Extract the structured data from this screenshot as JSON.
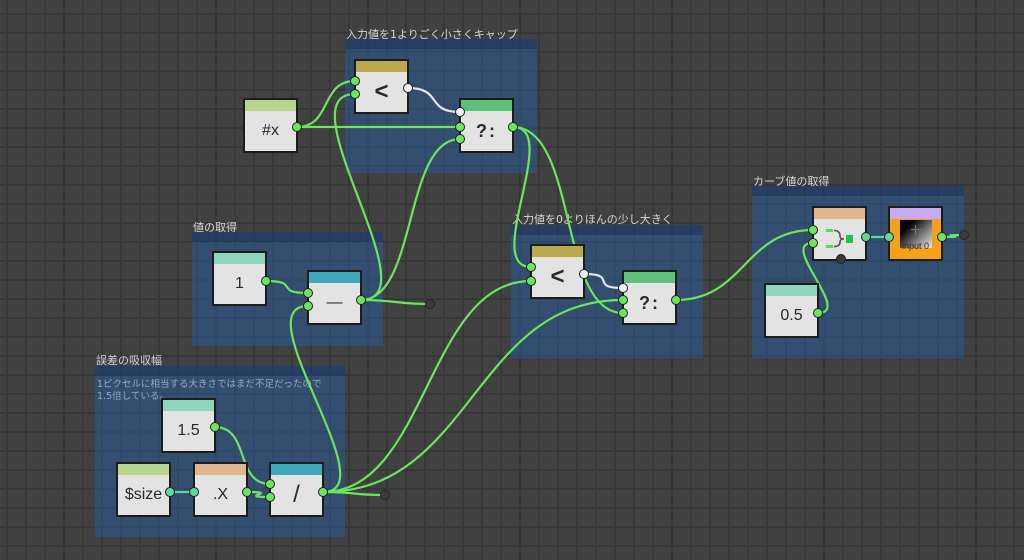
{
  "colors": {
    "number_wire": "#6ae55c",
    "bool_wire": "#e6e6e6",
    "vector_wire": "#5fd89a",
    "group_fill": "#334f6f",
    "canvas_bg": "#414141"
  },
  "groups": {
    "cap_upper": {
      "label": "入力値を1よりごく小さくキャップ"
    },
    "get_value": {
      "label": "値の取得"
    },
    "tolerance": {
      "label": "誤差の吸収幅",
      "comment_line1": "1ピクセルに相当する大きさではまだ不足だったので",
      "comment_line2": "1.5倍している。"
    },
    "cap_lower": {
      "label": "入力値を0よりほんの少し大きく"
    },
    "curve_value": {
      "label": "カーブ値の取得"
    }
  },
  "nodes": {
    "x": {
      "label": "#x",
      "header_color": "#b6d48b"
    },
    "lt1": {
      "label": "<",
      "header_color": "#baa94f"
    },
    "tern1": {
      "label": "?:",
      "header_color": "#5fc07c"
    },
    "one": {
      "label": "1",
      "header_color": "#8fd6bd"
    },
    "minus": {
      "label": "—",
      "header_color": "#3fa9b9"
    },
    "lt2": {
      "label": "<",
      "header_color": "#baa94f"
    },
    "tern2": {
      "label": "?:",
      "header_color": "#5fc07c"
    },
    "c15": {
      "label": "1.5",
      "header_color": "#8fd6bd"
    },
    "size": {
      "label": "$size",
      "header_color": "#b6d48b"
    },
    "dotx": {
      "label": ".X",
      "header_color": "#e0b68e"
    },
    "div": {
      "label": "/",
      "header_color": "#3fa9b9"
    },
    "curve": {
      "label": "",
      "header_color": "#e0b68e",
      "icon": "curve-sample-icon"
    },
    "input0": {
      "label": "input 0",
      "header_color": "#c9a9f2",
      "body_color": "#f5a11c"
    },
    "c05": {
      "label": "0.5",
      "header_color": "#8fd6bd"
    }
  },
  "connections": [
    {
      "from": "x.out",
      "to": "lt1.in1",
      "type": "number"
    },
    {
      "from": "x.out",
      "to": "tern1.in2",
      "type": "number"
    },
    {
      "from": "lt1.out",
      "to": "tern1.in1",
      "type": "bool"
    },
    {
      "from": "minus.out",
      "to": "lt1.in2",
      "type": "number"
    },
    {
      "from": "minus.out",
      "to": "tern1.in3",
      "type": "number"
    },
    {
      "from": "minus.out",
      "to": "term1",
      "type": "number"
    },
    {
      "from": "one.out",
      "to": "minus.in1",
      "type": "number"
    },
    {
      "from": "div.out",
      "to": "minus.in2",
      "type": "number"
    },
    {
      "from": "tern1.out",
      "to": "lt2.in1",
      "type": "number"
    },
    {
      "from": "tern1.out",
      "to": "tern2.in3",
      "type": "number"
    },
    {
      "from": "div.out",
      "to": "lt2.in2",
      "type": "number"
    },
    {
      "from": "div.out",
      "to": "tern2.in2",
      "type": "number"
    },
    {
      "from": "lt2.out",
      "to": "tern2.in1",
      "type": "bool"
    },
    {
      "from": "c15.out",
      "to": "div.in1",
      "type": "number"
    },
    {
      "from": "dotx.out",
      "to": "div.in2",
      "type": "number"
    },
    {
      "from": "size.out",
      "to": "dotx.in",
      "type": "vector"
    },
    {
      "from": "div.out",
      "to": "term2",
      "type": "number"
    },
    {
      "from": "tern2.out",
      "to": "curve.in1",
      "type": "number"
    },
    {
      "from": "c05.out",
      "to": "curve.in2",
      "type": "number"
    },
    {
      "from": "curve.out",
      "to": "input0.in",
      "type": "vector"
    },
    {
      "from": "input0.out",
      "to": "term3",
      "type": "number"
    }
  ]
}
